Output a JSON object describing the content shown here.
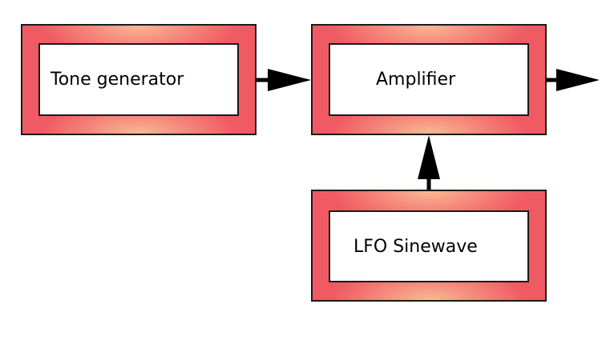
{
  "diagram": {
    "blocks": [
      {
        "id": "tone",
        "label": "Tone generator"
      },
      {
        "id": "amp",
        "label": "Amplifier"
      },
      {
        "id": "lfo",
        "label": "LFO Sinewave"
      }
    ],
    "connections": [
      {
        "from": "tone",
        "to": "amp"
      },
      {
        "from": "lfo",
        "to": "amp"
      },
      {
        "from": "amp",
        "to": "output"
      }
    ],
    "colors": {
      "block_frame": "#f05a63",
      "block_glow": "#fabe96",
      "inner_fill": "#ffffff",
      "outline": "#1a1a1a",
      "arrow": "#000000"
    }
  }
}
